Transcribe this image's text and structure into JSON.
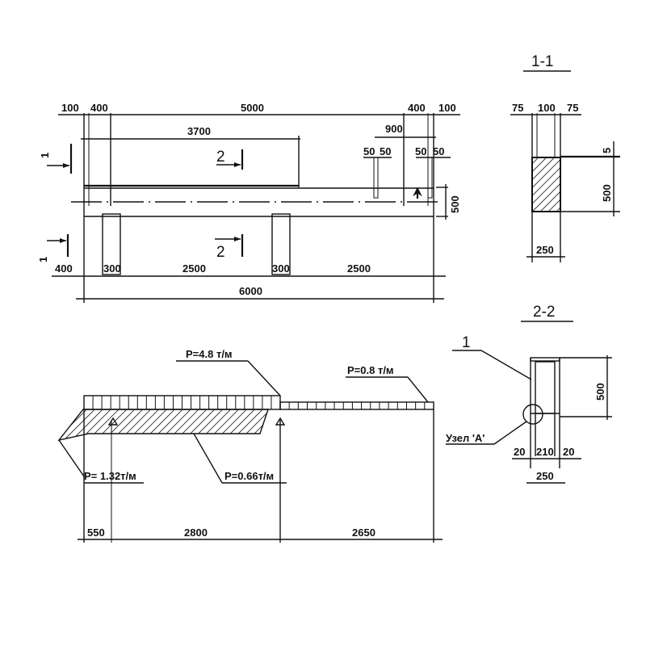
{
  "plan": {
    "dims_top": [
      "100",
      "400",
      "5000",
      "400",
      "100"
    ],
    "dim_3700": "3700",
    "dim_900": "900",
    "dims_detail": [
      "50",
      "50",
      "50",
      "50"
    ],
    "dim_height": "500",
    "dims_bottom": [
      "400",
      "300",
      "2500",
      "300",
      "2500"
    ],
    "dim_total": "6000",
    "section_marks": [
      "1",
      "1",
      "2",
      "2"
    ]
  },
  "section_1_1": {
    "title": "1-1",
    "dims_top": [
      "75",
      "100",
      "75"
    ],
    "dim_5": "5",
    "dim_height": "500",
    "dim_width": "250"
  },
  "section_2_2": {
    "title": "2-2",
    "callout_1": "1",
    "node_label": "Узел 'А'",
    "dim_height": "500",
    "dims_bottom": [
      "20",
      "210",
      "20"
    ],
    "dim_width": "250"
  },
  "loads": {
    "p1": "P=4.8 т/м",
    "p2": "P=0.8 т/м",
    "p3": "P= 1.32т/м",
    "p4": "P=0.66т/м",
    "dims": [
      "550",
      "2800",
      "2650"
    ]
  }
}
